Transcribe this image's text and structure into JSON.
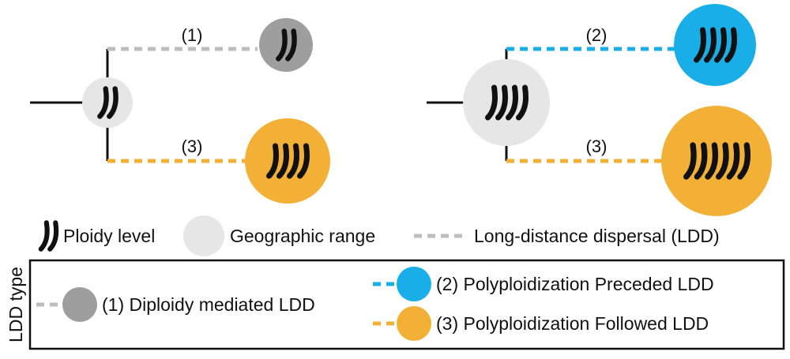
{
  "colors": {
    "line": "#111111",
    "ldd_grey": "#bdbdbd",
    "ancestral_range": "#e6e6e6",
    "diploid_dark": "#9e9e9e",
    "ppl_blue": "#1aaee8",
    "pfl_orange": "#f2b136",
    "chromosome": "#111111"
  },
  "icons": {
    "chromosome": "chromosome-icon",
    "range": "geographic-range-icon",
    "dispersal": "dashed-line-icon"
  },
  "left_tree": {
    "upper_label": "(1)",
    "lower_label": "(3)",
    "ancestor_ploidy": 2,
    "upper_ploidy": 2,
    "lower_ploidy": 4
  },
  "right_tree": {
    "upper_label": "(2)",
    "lower_label": "(3)",
    "ancestor_ploidy": 4,
    "upper_ploidy": 4,
    "lower_ploidy": 6
  },
  "legend": {
    "ploidy": "Ploidy level",
    "range": "Geographic range",
    "ldd": "Long-distance dispersal (LDD)"
  },
  "ldd_type": {
    "title": "LDD type",
    "types": [
      {
        "label": "(1) Diploidy mediated LDD"
      },
      {
        "label": "(2) Polyploidization Preceded LDD"
      },
      {
        "label": "(3) Polyploidization Followed LDD"
      }
    ]
  }
}
